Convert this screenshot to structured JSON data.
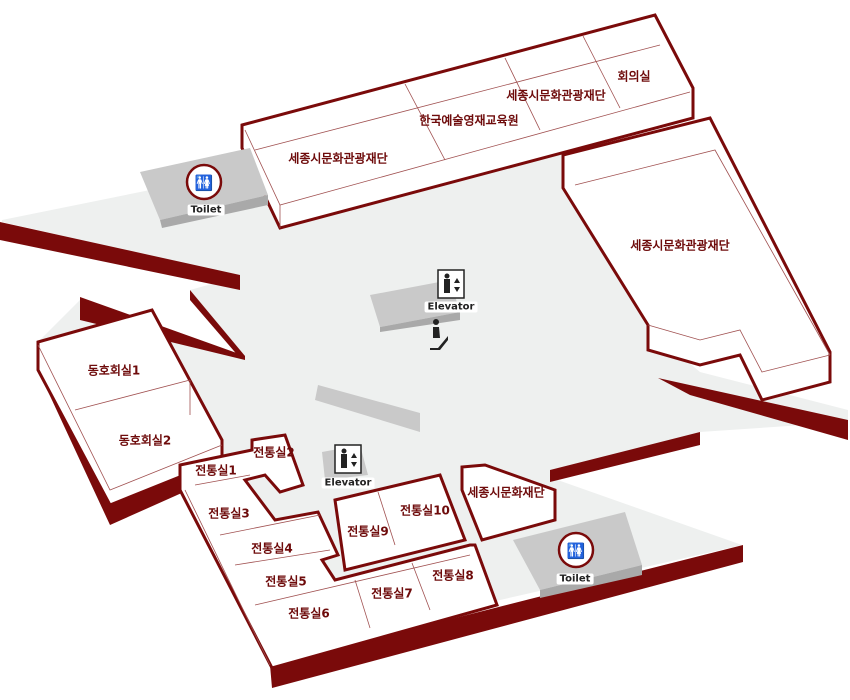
{
  "rooms": {
    "top_left": "세종시문화관광재단",
    "top_mid": "한국예술영재교육원",
    "top_right": "세종시문화관광재단",
    "meeting": "회의실",
    "right_large": "세종시문화관광재단",
    "club1": "동호회실1",
    "club2": "동호회실2",
    "jt1": "전통실1",
    "jt2": "전통실2",
    "jt3": "전통실3",
    "jt4": "전통실4",
    "jt5": "전통실5",
    "jt6": "전통실6",
    "jt7": "전통실7",
    "jt8": "전통실8",
    "jt9": "전통실9",
    "jt10": "전통실10",
    "culture": "세종시문화재단"
  },
  "facilities": {
    "toilet_label": "Toilet",
    "elevator_label": "Elevator"
  },
  "colors": {
    "accent": "#7a0a0a",
    "floor": "#eef0ef"
  }
}
